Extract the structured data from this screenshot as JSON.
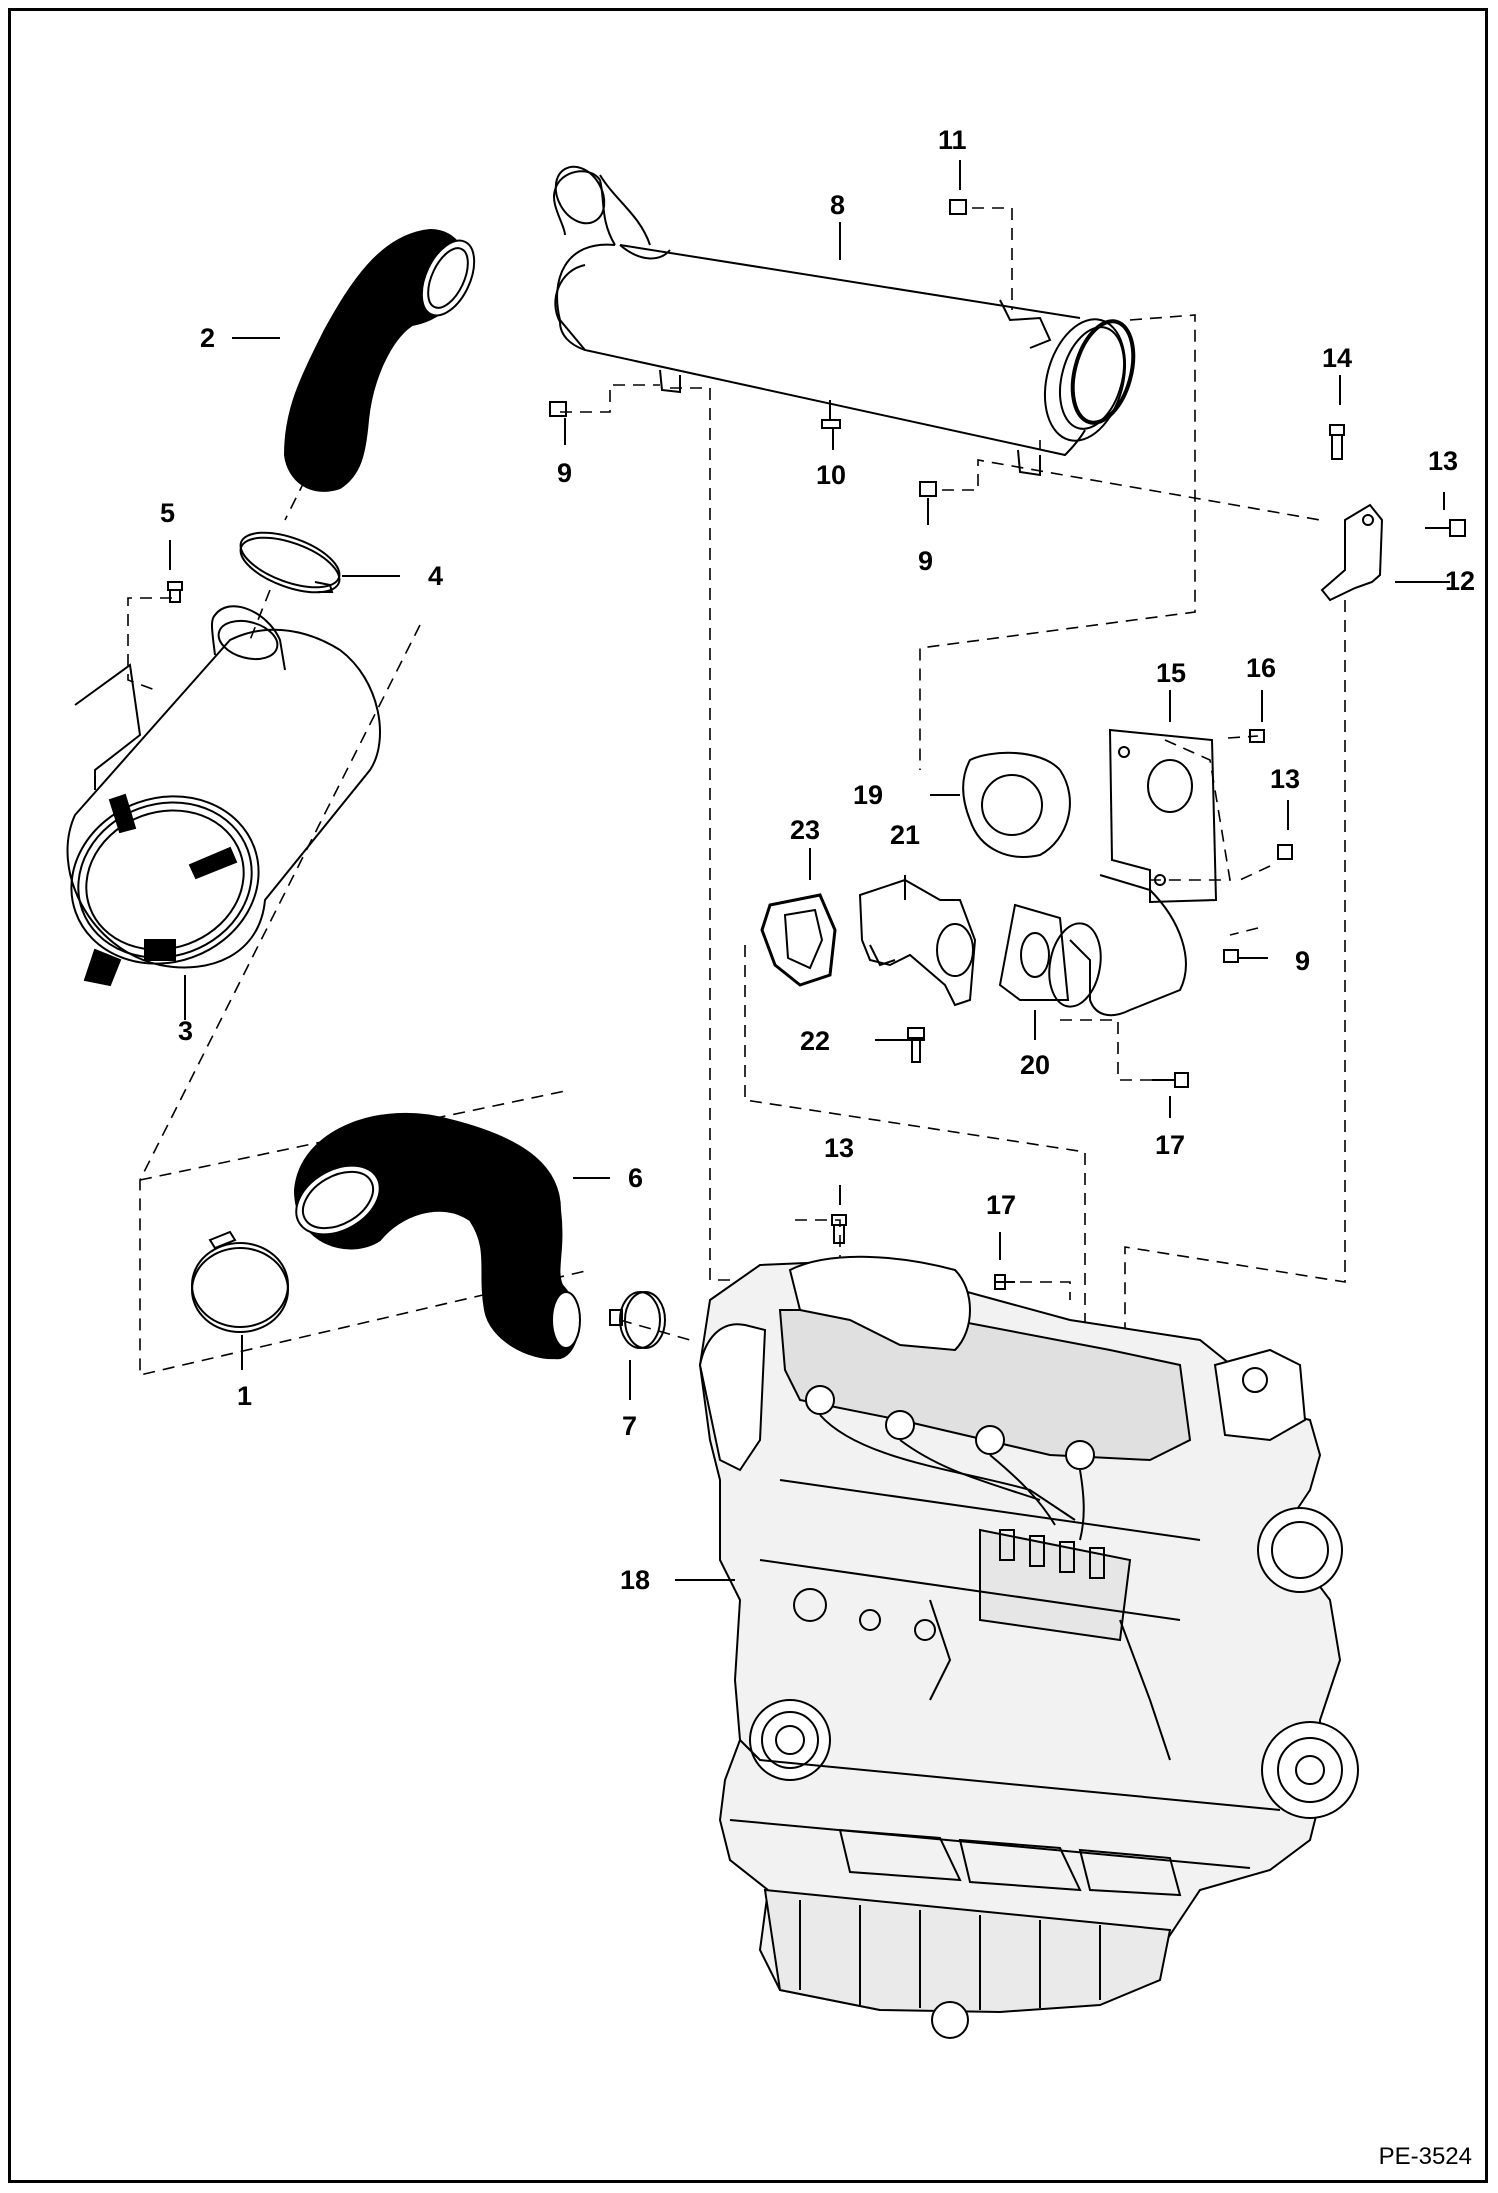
{
  "figure": {
    "id": "PE-3524"
  },
  "callouts": {
    "c1": "1",
    "c2": "2",
    "c3": "3",
    "c4": "4",
    "c5": "5",
    "c6": "6",
    "c7": "7",
    "c8": "8",
    "c9a": "9",
    "c9b": "9",
    "c9c": "9",
    "c10": "10",
    "c11": "11",
    "c12": "12",
    "c13a": "13",
    "c13b": "13",
    "c13c": "13",
    "c14": "14",
    "c15": "15",
    "c16": "16",
    "c17a": "17",
    "c17b": "17",
    "c18": "18",
    "c19": "19",
    "c20": "20",
    "c21": "21",
    "c22": "22",
    "c23": "23"
  },
  "colors": {
    "ink": "#000000",
    "paper": "#ffffff",
    "hose_fill": "#000000",
    "engine_shade": "#d9d9d9"
  }
}
